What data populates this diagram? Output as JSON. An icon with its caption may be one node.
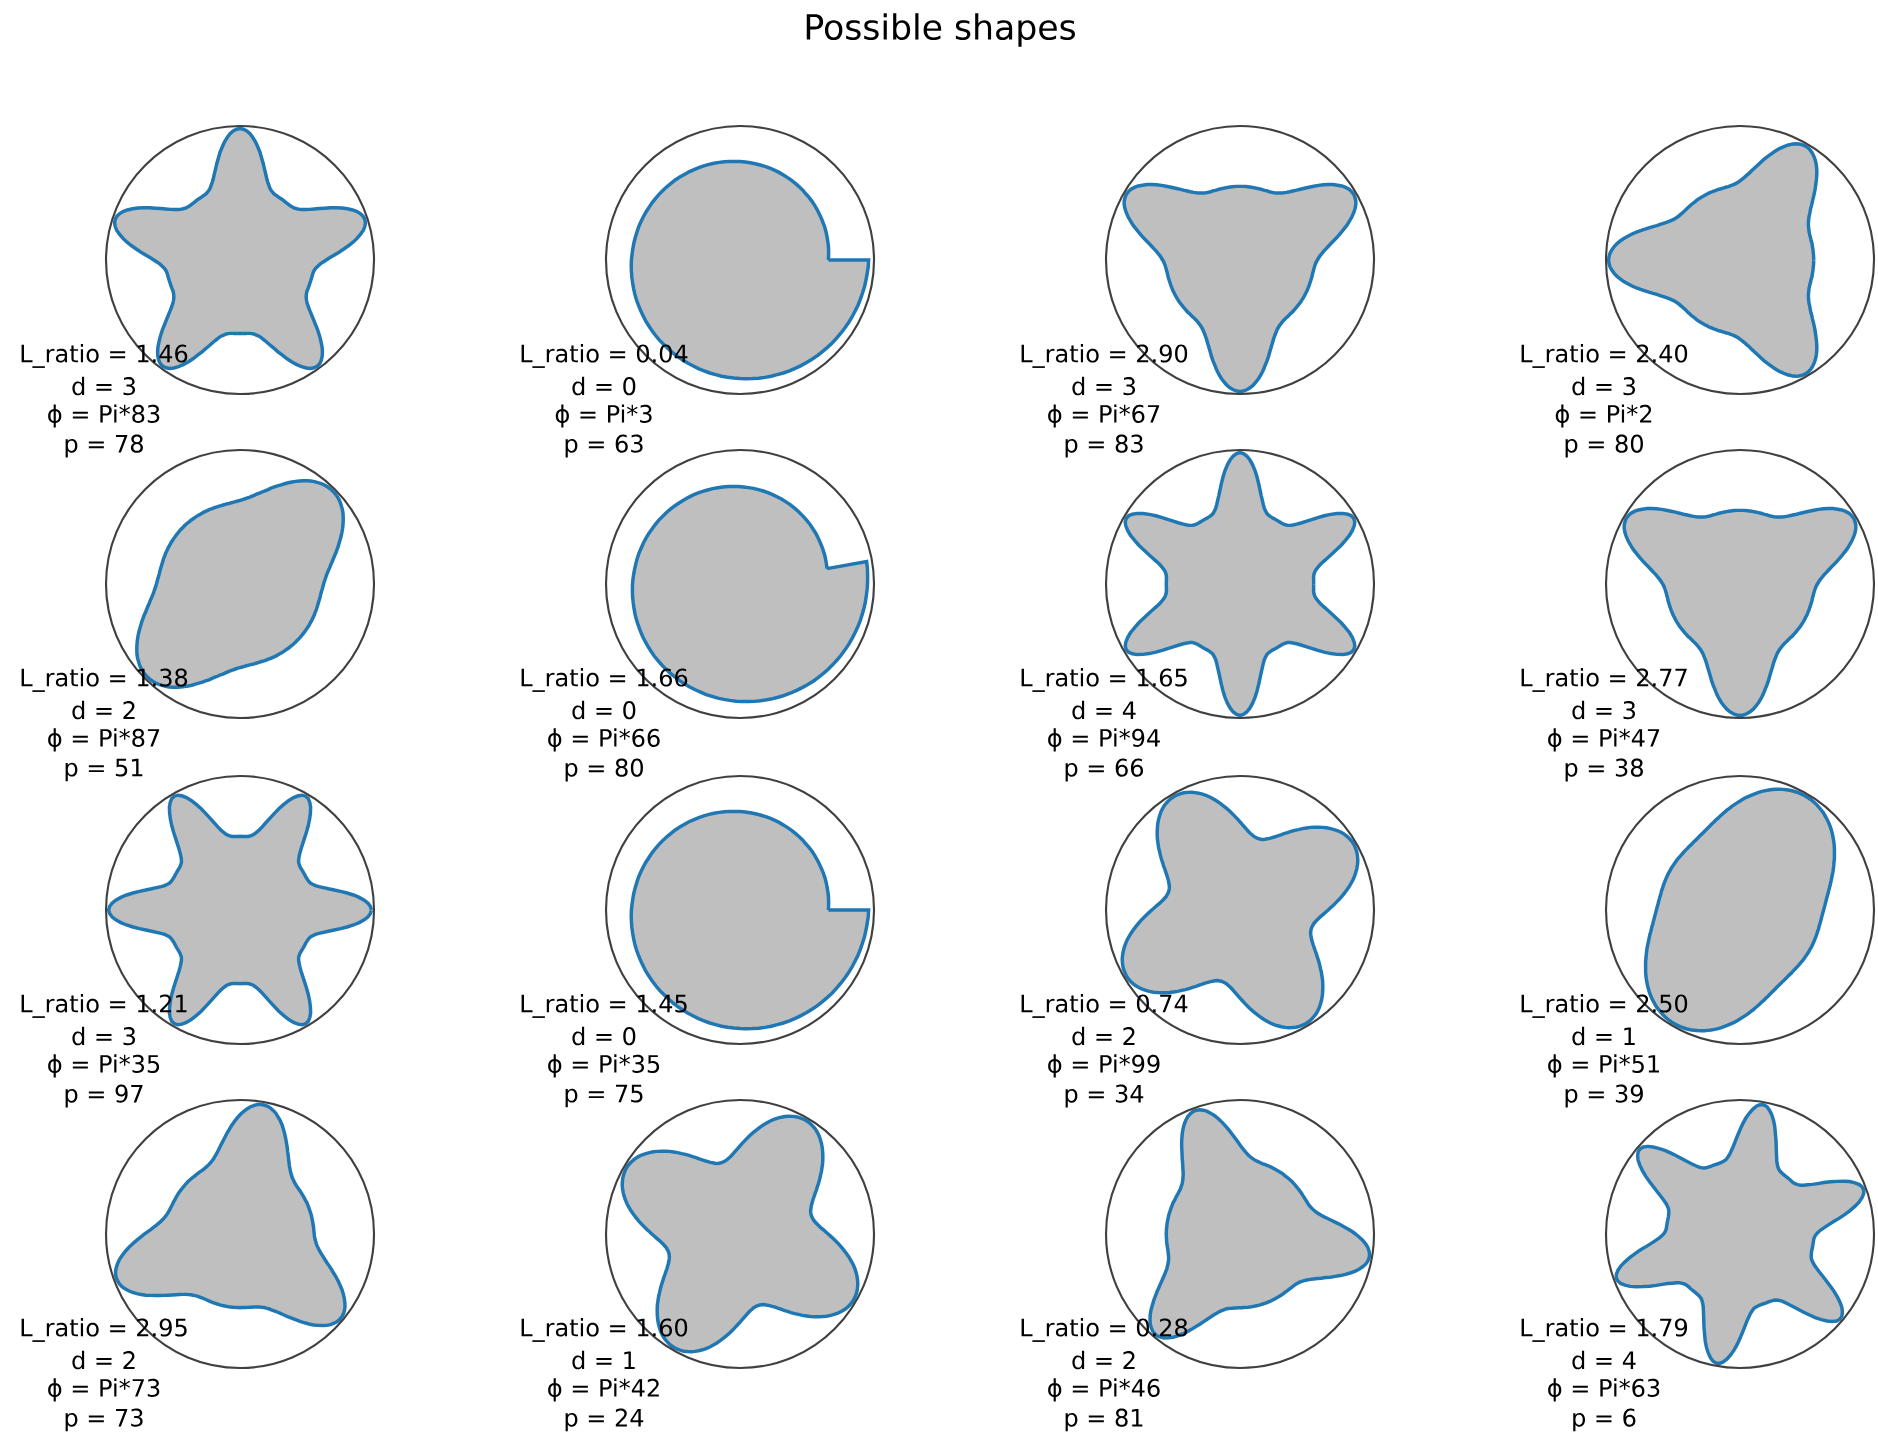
{
  "diagram": {
    "title": "Possible shapes",
    "labels": [
      "L_ratio = 1.46",
      "d = 3",
      "ϕ = Pi*83",
      "p = 78",
      "L_ratio = 0.04",
      "d = 0",
      "ϕ = Pi*3",
      "p = 63",
      "L_ratio = 2.90",
      "d = 3",
      "ϕ = Pi*67",
      "p = 83",
      "L_ratio = 2.40",
      "d = 3",
      "ϕ = Pi*2",
      "p = 80",
      "L_ratio = 1.38",
      "d = 2",
      "ϕ = Pi*87",
      "p = 51",
      "L_ratio = 1.66",
      "d = 0",
      "ϕ = Pi*66",
      "p = 80",
      "L_ratio = 1.65",
      "d = 4",
      "ϕ = Pi*94",
      "p = 66",
      "L_ratio = 2.77",
      "d = 3",
      "ϕ = Pi*47",
      "p = 38",
      "L_ratio = 1.21",
      "d = 3",
      "ϕ = Pi*35",
      "p = 97",
      "L_ratio = 1.45",
      "d = 0",
      "ϕ = Pi*35",
      "p = 75",
      "L_ratio = 0.74",
      "d = 2",
      "ϕ = Pi*99",
      "p = 34",
      "L_ratio = 2.50",
      "d = 1",
      "ϕ = Pi*51",
      "p = 39",
      "L_ratio = 2.95",
      "d = 2",
      "ϕ = Pi*73",
      "p = 73",
      "L_ratio = 1.60",
      "d = 1",
      "ϕ = Pi*42",
      "p = 24",
      "L_ratio = 0.28",
      "d = 2",
      "ϕ = Pi*46",
      "p = 81",
      "L_ratio = 1.79",
      "d = 4",
      "ϕ = Pi*63",
      "p = 6"
    ]
  }
}
